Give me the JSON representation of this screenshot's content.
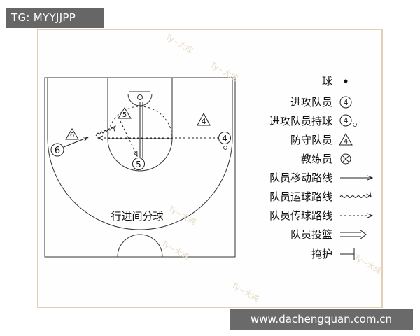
{
  "watermark_tag": "TG: MYYJJPP",
  "website": "www.dachengquan.com.cn",
  "court": {
    "title": "行进间分球",
    "player_labels": {
      "p6_outer": "6",
      "p6_tri": "6",
      "p5_tri": "5",
      "p4_tri": "4",
      "p4_circle": "4",
      "p5_circle": "5"
    }
  },
  "legend": {
    "items": [
      {
        "label": "球",
        "icon": "ball-dot-icon"
      },
      {
        "label": "进攻队员",
        "icon": "circled-number-icon",
        "symbol": "4"
      },
      {
        "label": "进攻队员持球",
        "icon": "circled-number-with-ball-icon",
        "symbol": "4"
      },
      {
        "label": "防守队员",
        "icon": "triangle-number-icon",
        "symbol": "4"
      },
      {
        "label": "教练员",
        "icon": "circled-x-icon"
      },
      {
        "label": "队员移动路线",
        "icon": "solid-arrow-icon"
      },
      {
        "label": "队员运球路线",
        "icon": "wavy-arrow-icon"
      },
      {
        "label": "队员传球路线",
        "icon": "dashed-arrow-icon"
      },
      {
        "label": "队员投篮",
        "icon": "double-arrow-icon"
      },
      {
        "label": "掩护",
        "icon": "screen-t-icon"
      }
    ]
  }
}
